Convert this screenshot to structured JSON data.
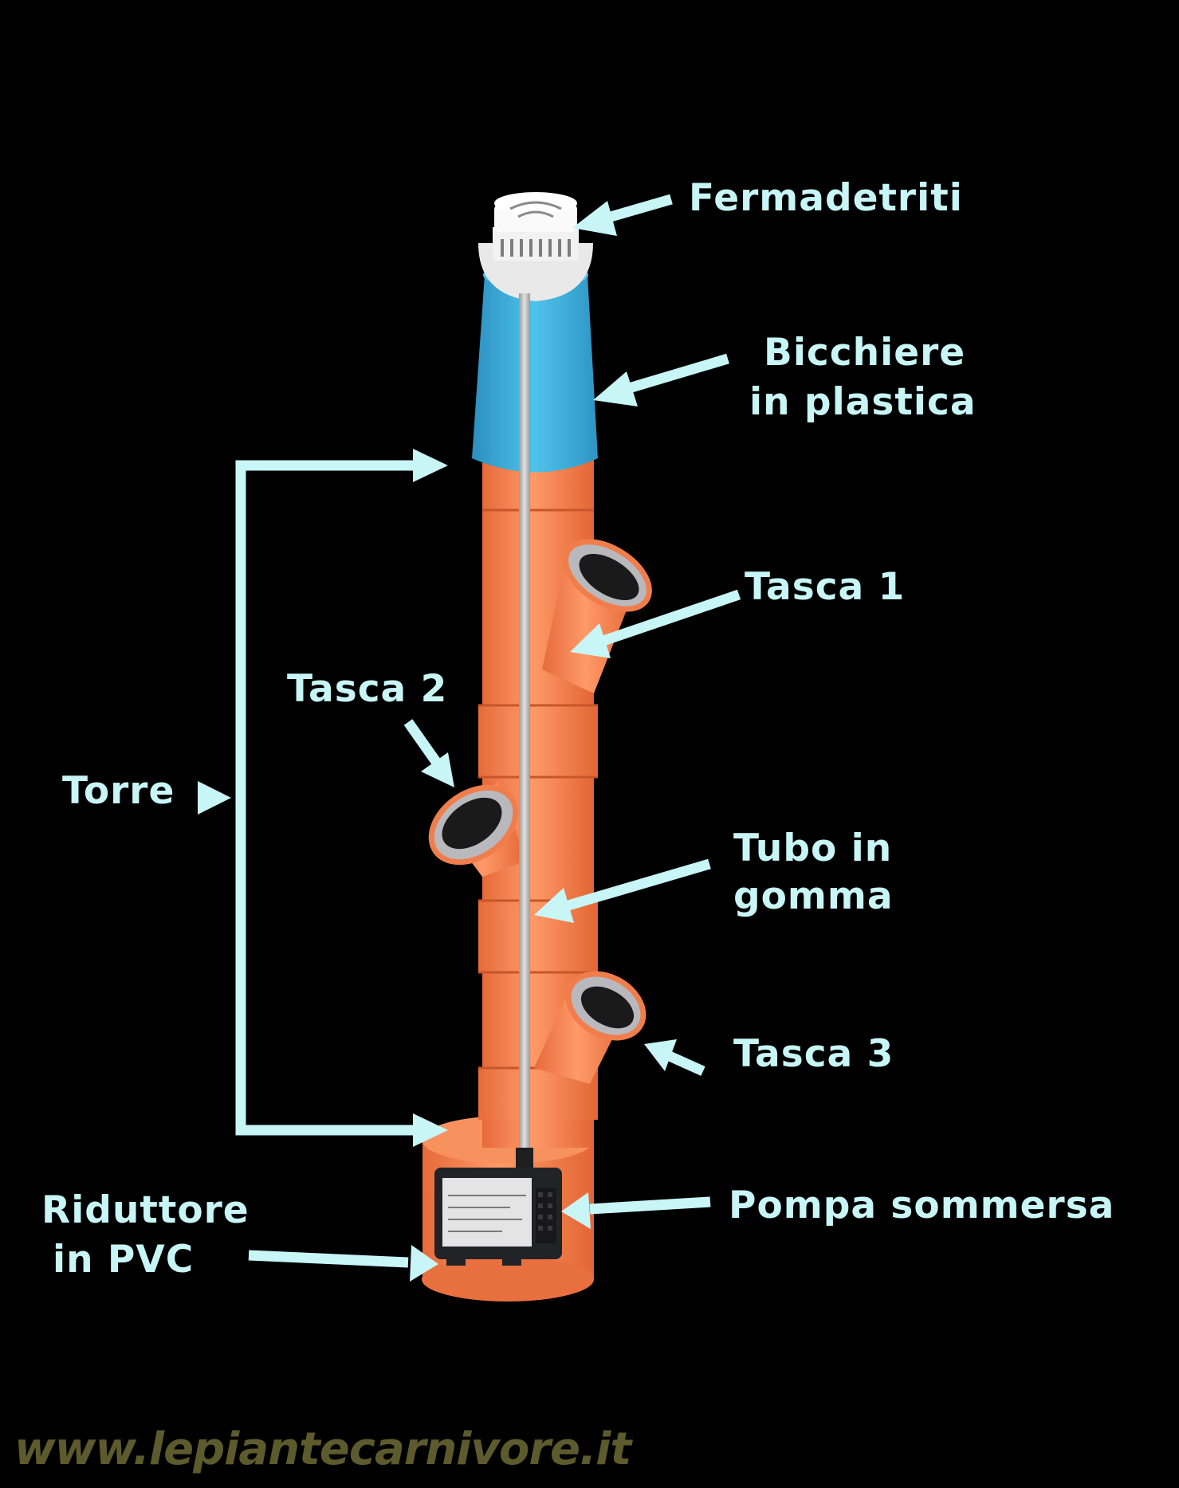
{
  "labels": {
    "fermadetriti": "Fermadetriti",
    "bicchiere_line1": "Bicchiere",
    "bicchiere_line2": "in plastica",
    "tasca1": "Tasca 1",
    "tasca2": "Tasca 2",
    "torre": "Torre",
    "tubo_line1": "Tubo in",
    "tubo_line2": "gomma",
    "tasca3": "Tasca 3",
    "riduttore_line1": "Riduttore",
    "riduttore_line2": "in PVC",
    "pompa": "Pompa sommersa"
  },
  "watermark": "www.lepiantecarnivore.it",
  "colors": {
    "background": "#000000",
    "label": "#c8f6f7",
    "pipe": "#f07e4c",
    "cup": "#3fb0d8",
    "hose": "#bdbdbd",
    "watermark": "#5d5a2d"
  }
}
